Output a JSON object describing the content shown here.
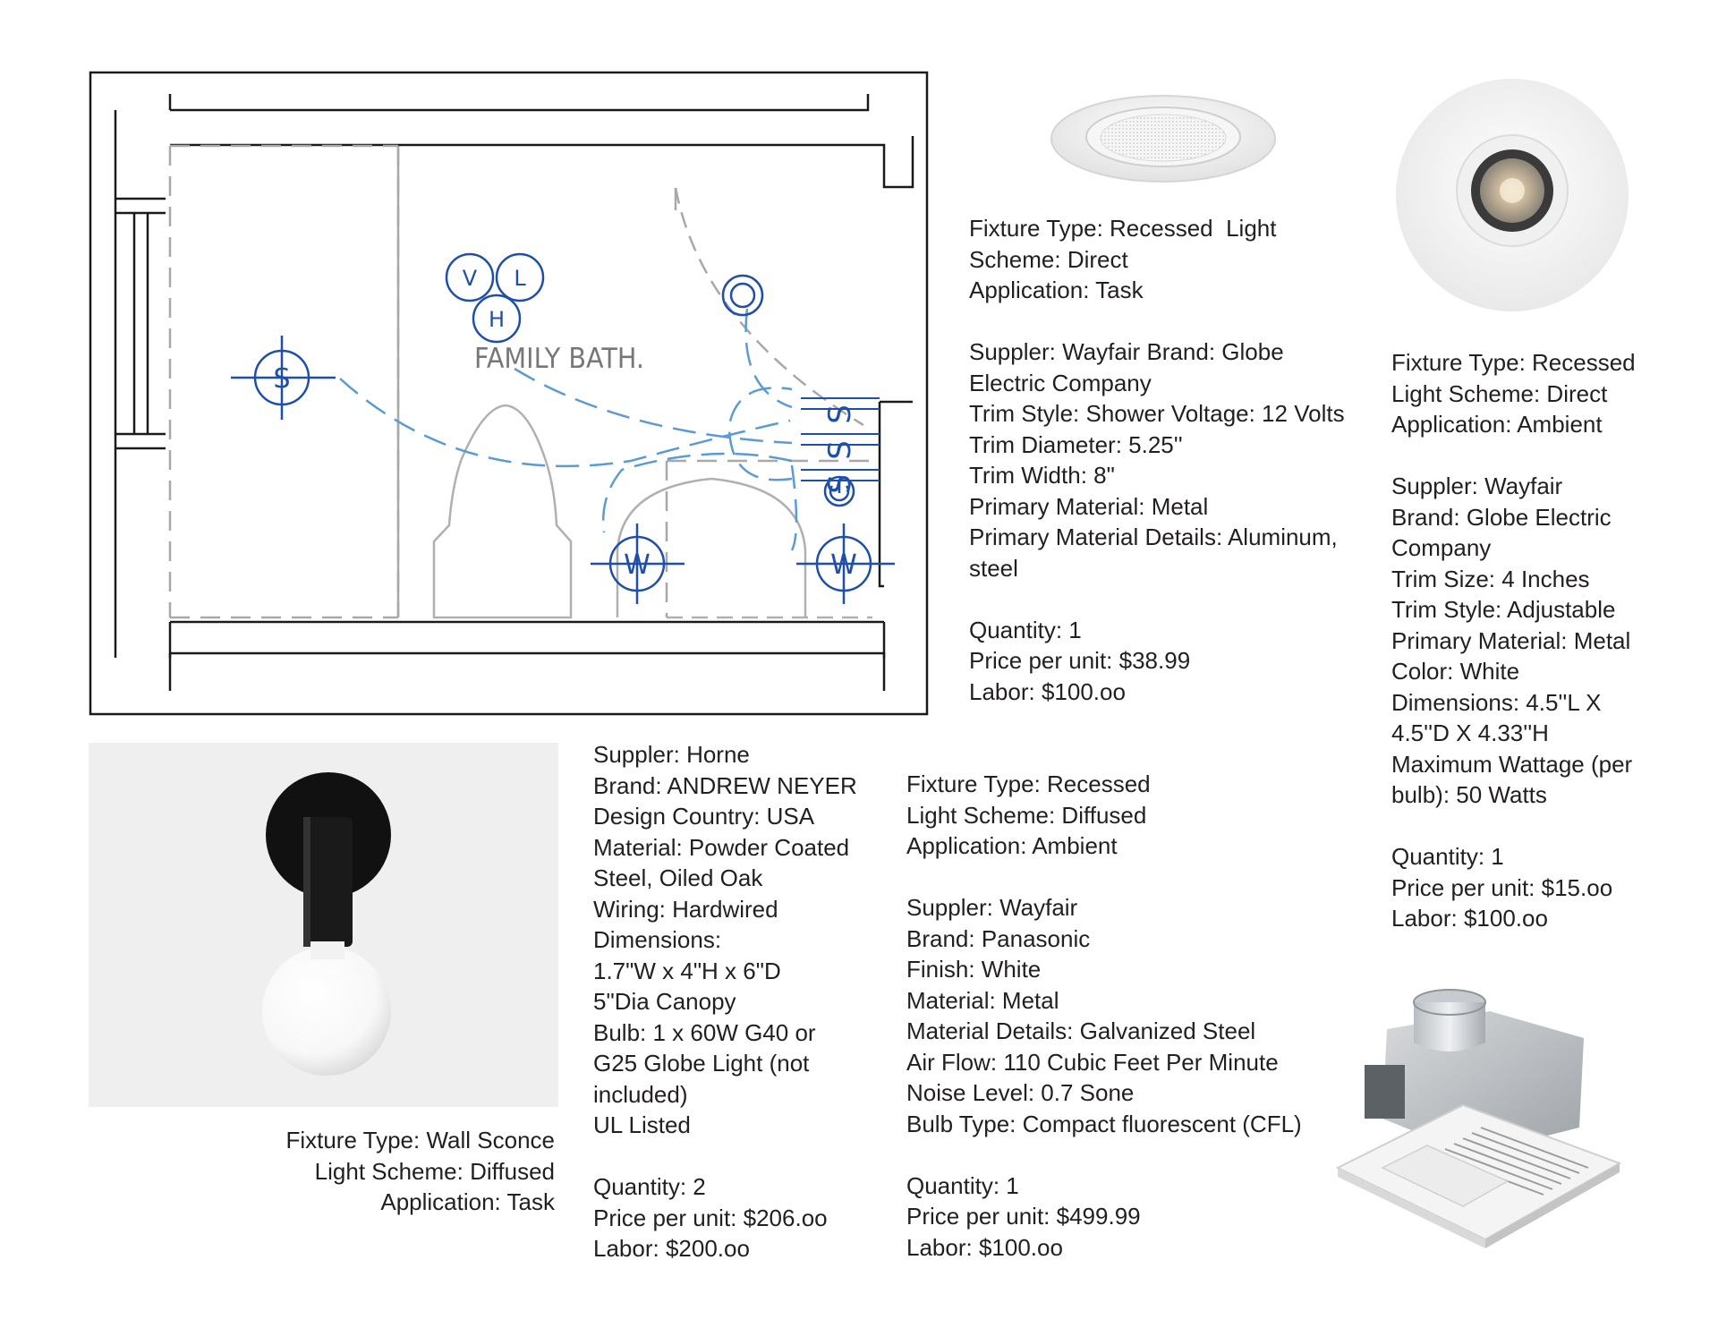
{
  "colors": {
    "plan_line": "#1a1a1a",
    "plan_gray": "#a8a8a8",
    "symbol_blue": "#1f4fa8",
    "wire_blue": "#5b9bd5",
    "sconce_bg": "#efefef"
  },
  "floor_plan": {
    "room_label": "FAMILY BATH.",
    "symbols": {
      "v": "V",
      "l": "L",
      "h": "H",
      "s": "S",
      "w1": "W",
      "w2": "W",
      "fan_icon": "ceiling-light-symbol-icon",
      "switch_icon": "power-switch-icon",
      "switch_s": [
        "S",
        "S",
        "S"
      ]
    }
  },
  "products": {
    "recessed_shower": {
      "icon": "recessed-shower-light-icon"
    },
    "recessed_ambient": {
      "icon": "recessed-adjustable-light-icon"
    },
    "wall_sconce": {
      "icon": "wall-sconce-icon"
    },
    "exhaust_fan": {
      "icon": "exhaust-fan-light-icon"
    }
  },
  "spec_recessed_task": {
    "lines": [
      "Fixture Type: Recessed  Light",
      "Scheme: Direct",
      "Application: Task",
      "",
      "Suppler: Wayfair Brand: Globe",
      "Electric Company",
      "Trim Style: Shower Voltage: 12 Volts",
      "Trim Diameter: 5.25''",
      "Trim Width: 8\"",
      "Primary Material: Metal",
      "Primary Material Details: Aluminum,",
      "steel",
      "",
      "Quantity: 1",
      "Price per unit: $38.99",
      "Labor: $100.oo"
    ]
  },
  "spec_recessed_ambient": {
    "lines": [
      "Fixture Type: Recessed",
      "Light Scheme: Direct",
      "Application: Ambient",
      "",
      "Suppler: Wayfair",
      "Brand: Globe Electric",
      "Company",
      "Trim Size: 4 Inches",
      "Trim Style: Adjustable",
      "Primary Material: Metal",
      "Color: White",
      "Dimensions: 4.5''L X",
      "4.5''D X 4.33''H",
      "Maximum Wattage (per",
      "bulb): 50 Watts",
      "",
      "Quantity: 1",
      "Price per unit: $15.oo",
      "Labor: $100.oo"
    ]
  },
  "spec_sconce_type": {
    "lines": [
      "Fixture Type: Wall Sconce",
      "Light Scheme: Diffused",
      "Application: Task"
    ]
  },
  "spec_sconce_details": {
    "lines": [
      "Suppler: Horne",
      "Brand: ANDREW NEYER",
      "Design Country: USA",
      "Material: Powder Coated",
      "Steel, Oiled Oak",
      "Wiring: Hardwired",
      "Dimensions:",
      "1.7\"W x 4\"H x 6\"D",
      "5\"Dia Canopy",
      "Bulb: 1 x 60W G40 or",
      "G25 Globe Light (not",
      "included)",
      "UL Listed",
      "",
      "Quantity: 2",
      "Price per unit: $206.oo",
      "Labor: $200.oo"
    ]
  },
  "spec_fan": {
    "lines": [
      "Fixture Type: Recessed",
      "Light Scheme: Diffused",
      "Application: Ambient",
      "",
      "Suppler: Wayfair",
      "Brand: Panasonic",
      "Finish: White",
      "Material: Metal",
      "Material Details: Galvanized Steel",
      "Air Flow: 110 Cubic Feet Per Minute",
      "Noise Level: 0.7 Sone",
      "Bulb Type: Compact fluorescent (CFL)",
      "",
      "Quantity: 1",
      "Price per unit: $499.99",
      "Labor: $100.oo"
    ]
  }
}
